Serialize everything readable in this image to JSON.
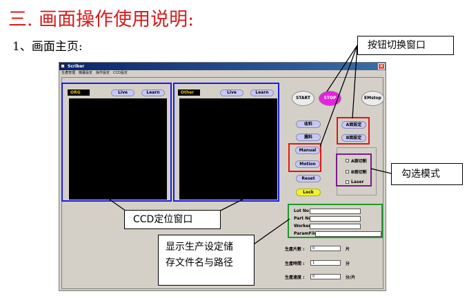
{
  "heading": "三. 画面操作使用说明:",
  "subheading": "1、画面主页:",
  "window": {
    "title": "Scriber",
    "menu": [
      "生產管理",
      "機臺設定",
      "操作設定",
      "CCD設定"
    ]
  },
  "ccd_left": {
    "tag": "ORG",
    "live": "Live",
    "learn": "Learn"
  },
  "ccd_right": {
    "tag": "Other",
    "live": "Live",
    "learn": "Learn"
  },
  "controls": {
    "start": "START",
    "stop": "STOP",
    "emstop": "EMstop"
  },
  "side_buttons": {
    "receive": "收料",
    "feed": "震料",
    "manual": "Manual",
    "motion": "Motion",
    "reset": "Reset",
    "lock": "Lock",
    "a_setting": "A面設定",
    "b_setting": "B面設定"
  },
  "modes": [
    "A面切割",
    "B面切割",
    "Laser"
  ],
  "info_labels": {
    "lot": "Lot No :",
    "part": "Part No :",
    "worker": "Worker :",
    "param": "ParamFile :"
  },
  "stats": {
    "count_label": "生產片數 :",
    "count_value": "0",
    "count_unit": "片",
    "time_label": "生產時間 :",
    "time_value": "1",
    "time_unit": "分",
    "speed_label": "生產速度 :",
    "speed_value": "0",
    "speed_unit": "分/片"
  },
  "callouts": {
    "switch_window": "按钮切换窗口",
    "mode_select": "勾选模式",
    "ccd_window": "CCD定位窗口",
    "file_info": [
      "显示生产设定储",
      "存文件名与路径"
    ]
  },
  "colors": {
    "heading": "#d81b1b",
    "blue_box": "#1a1ae6",
    "red_box": "#e01515",
    "purple_box": "#7a1a8a",
    "green_box": "#1a9a2a",
    "stop_button": "#e820e0",
    "lock_button": "#f2f228",
    "tag_org": "#f5c400",
    "tag_other": "#f5c400"
  }
}
